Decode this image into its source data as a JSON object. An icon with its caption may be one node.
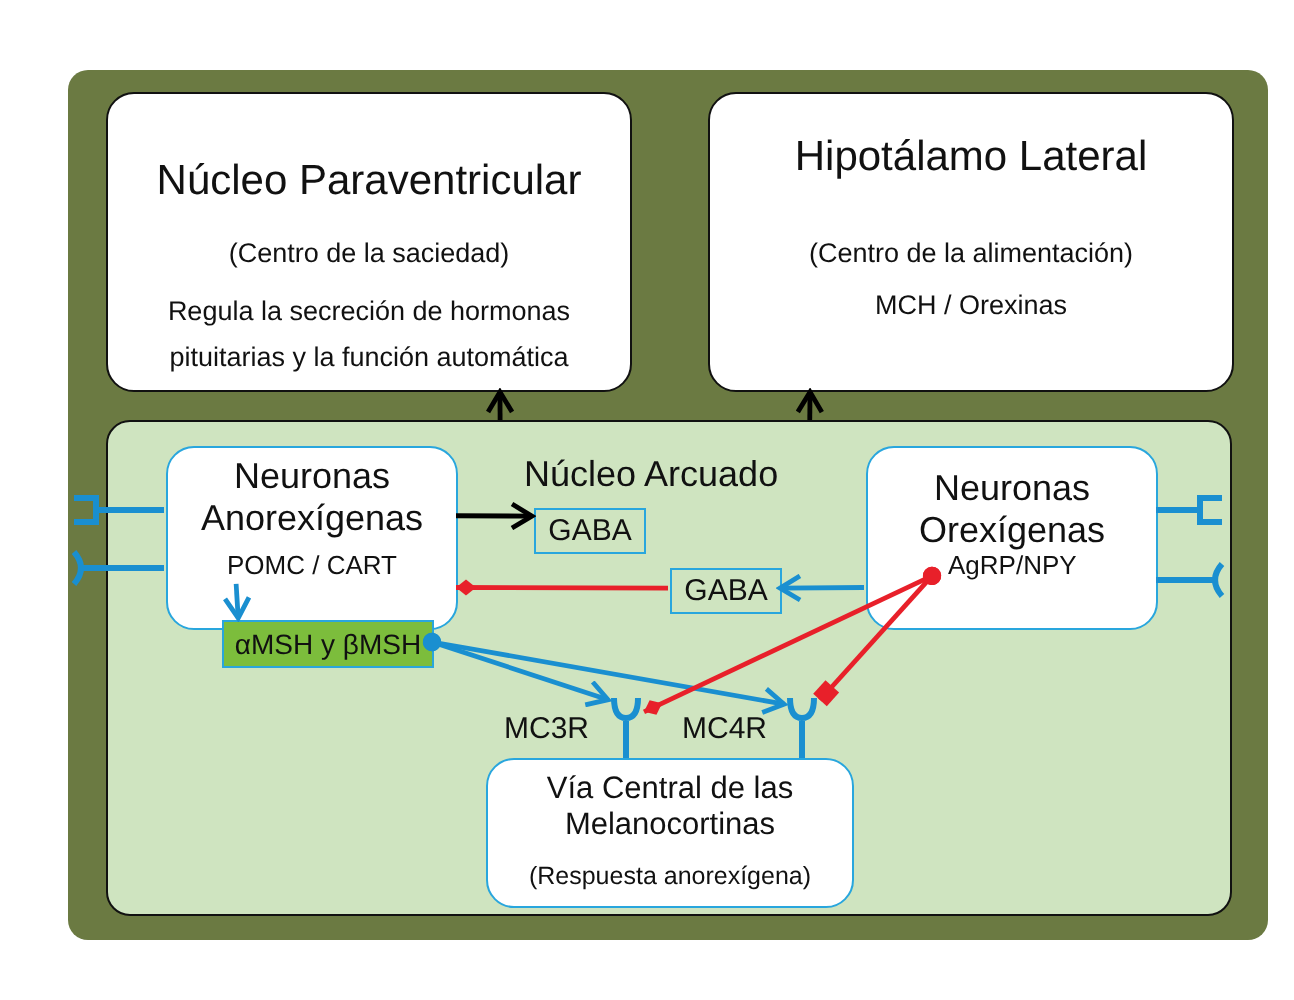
{
  "diagram": {
    "nodes": [
      {
        "text": [],
        "shape": "box"
      },
      {
        "text": [
          "Núcleo Paraventricular",
          "(Centro de la saciedad)",
          "Regula la secreción de hormonas pituitarias y la función automática"
        ],
        "in": 0
      },
      {
        "text": [
          "Hipotálamo Lateral",
          "(Centro de la alimentación)",
          "MCH / Orexinas"
        ],
        "in": 0
      },
      {
        "text": [
          "Núcleo Arcuado"
        ],
        "in": 0
      },
      {
        "text": [
          "Neuronas Anorexígenas",
          "POMC / CART"
        ],
        "in": 3
      },
      {
        "text": [
          "GABA"
        ],
        "in": 3
      },
      {
        "text": [
          "Neuronas Orexígenas",
          "AgRP/NPY"
        ],
        "in": 3
      },
      {
        "text": [
          "GABA"
        ],
        "in": 3
      },
      {
        "text": [
          "αMSH y βMSH"
        ],
        "in": 3
      },
      {
        "text": [
          "Vía Central de las Melanocortinas",
          "(Respuesta anorexígena)"
        ],
        "in": 3
      },
      {
        "text": [],
        "shape": "receptor",
        "beside": [
          "MC3R"
        ],
        "in": 3
      },
      {
        "text": [],
        "shape": "receptor",
        "beside": [
          "MC4R"
        ],
        "in": 3
      }
    ],
    "edges": [
      {
        "from": 3,
        "to": 1,
        "arrow": "to",
        "color": "#000000"
      },
      {
        "from": 3,
        "to": 2,
        "arrow": "to",
        "color": "#000000"
      },
      {
        "from": 4,
        "to": 5,
        "arrow": "to",
        "color": "#000000"
      },
      {
        "from": 6,
        "to": 7,
        "arrow": "to",
        "color": "#1a8fd0"
      },
      {
        "from": 7,
        "to": 4,
        "arrow": "other",
        "color": "#e8202a"
      },
      {
        "from": 4,
        "to": 8,
        "arrow": "to",
        "color": "#1a8fd0"
      },
      {
        "from": 8,
        "to": 10,
        "arrow": "to",
        "color": "#1a8fd0"
      },
      {
        "from": 8,
        "to": 11,
        "arrow": "to",
        "color": "#1a8fd0"
      },
      {
        "from": 6,
        "to": 10,
        "arrow": "other",
        "color": "#e8202a"
      },
      {
        "from": 6,
        "to": 11,
        "arrow": "other",
        "color": "#e8202a"
      }
    ]
  }
}
